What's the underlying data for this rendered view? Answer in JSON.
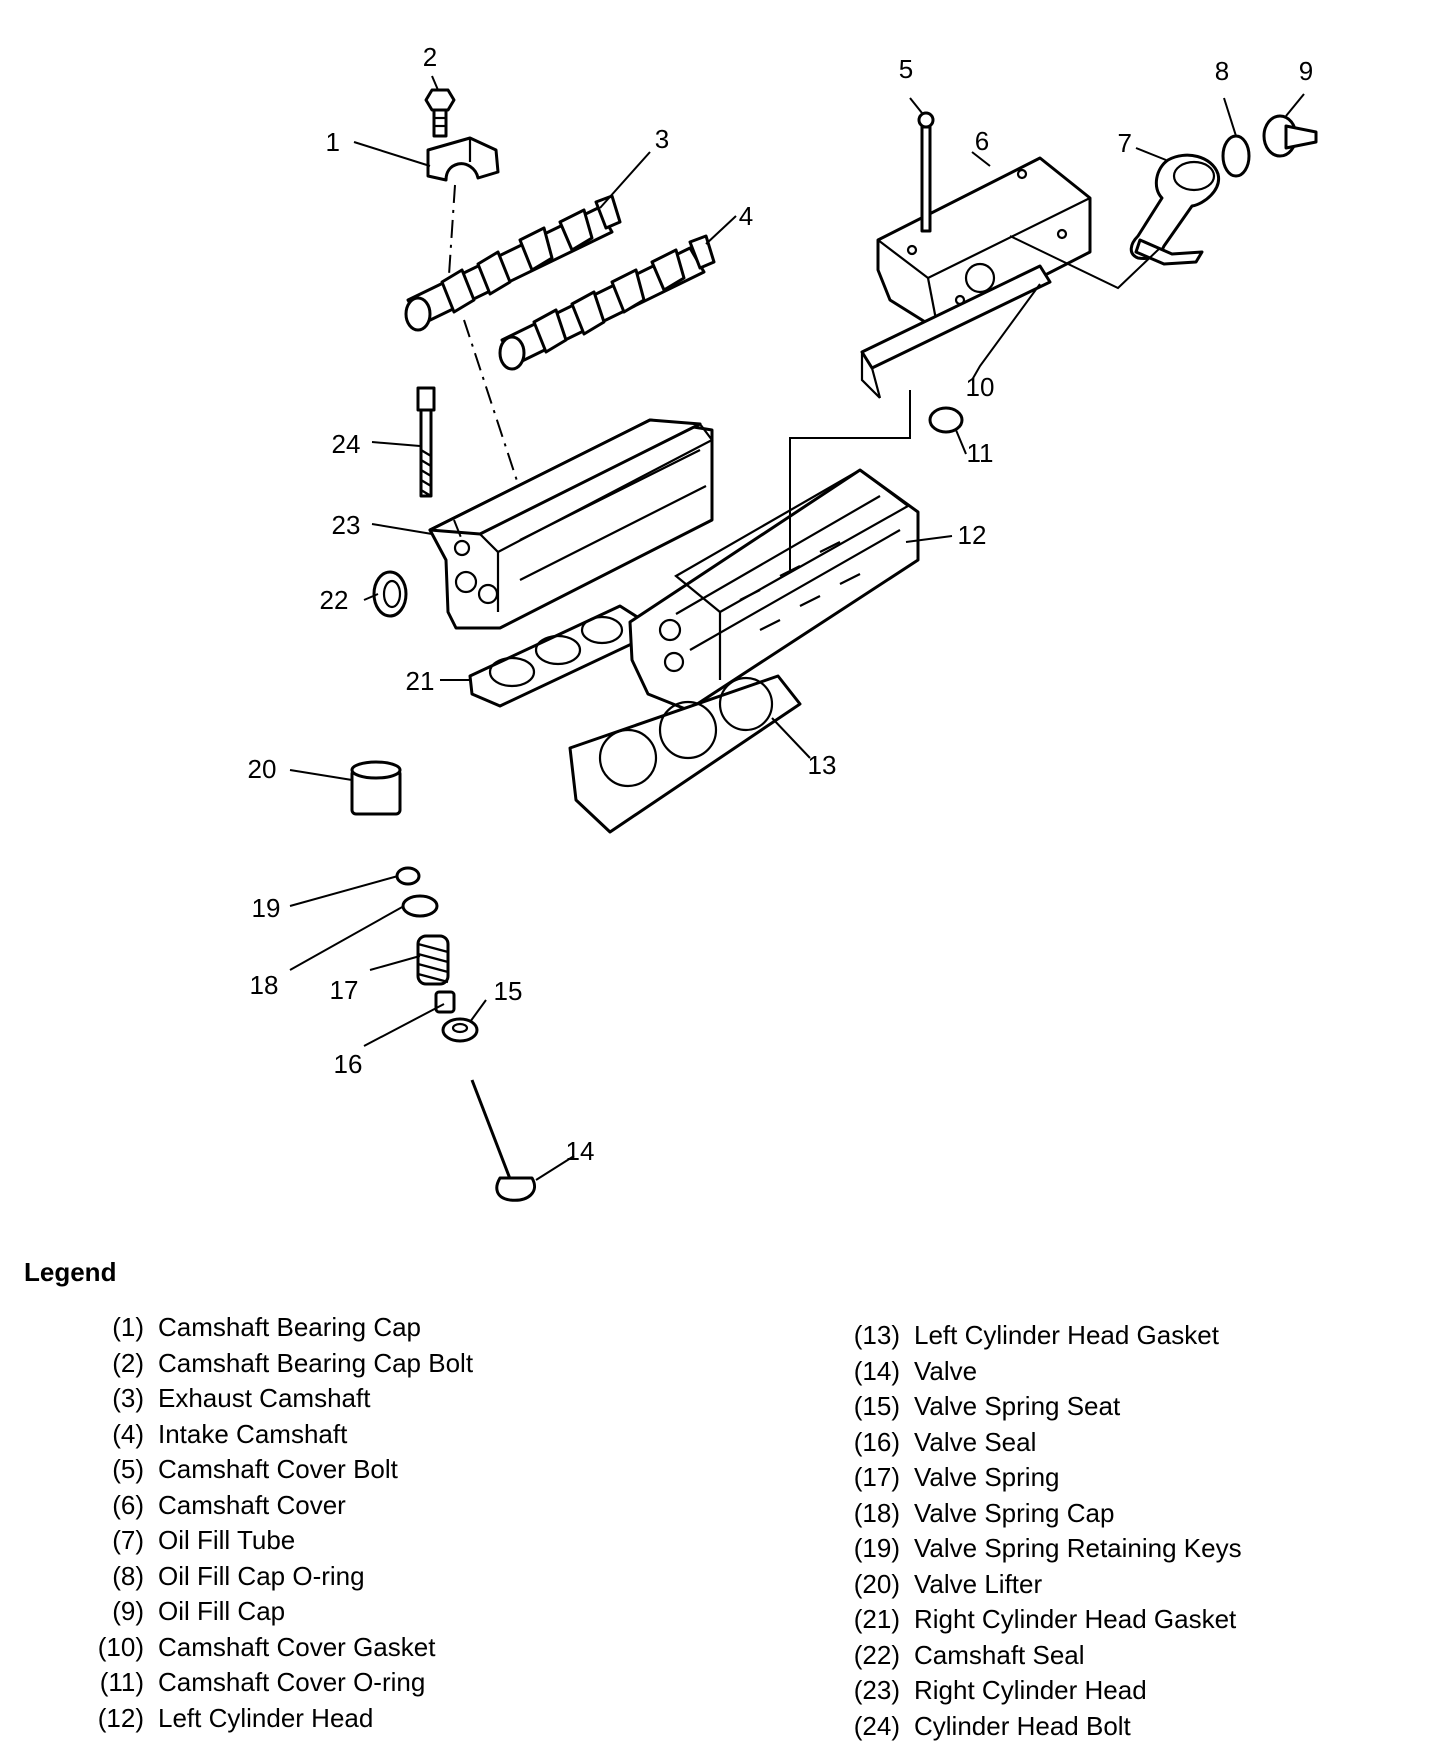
{
  "diagram": {
    "callouts": [
      "1",
      "2",
      "3",
      "4",
      "5",
      "6",
      "7",
      "8",
      "9",
      "10",
      "11",
      "12",
      "13",
      "14",
      "15",
      "16",
      "17",
      "18",
      "19",
      "20",
      "21",
      "22",
      "23",
      "24"
    ]
  },
  "legend": {
    "title": "Legend",
    "items": [
      {
        "num": "(1)",
        "text": "Camshaft Bearing Cap"
      },
      {
        "num": "(2)",
        "text": "Camshaft Bearing Cap Bolt"
      },
      {
        "num": "(3)",
        "text": "Exhaust Camshaft"
      },
      {
        "num": "(4)",
        "text": "Intake Camshaft"
      },
      {
        "num": "(5)",
        "text": "Camshaft Cover Bolt"
      },
      {
        "num": "(6)",
        "text": "Camshaft Cover"
      },
      {
        "num": "(7)",
        "text": "Oil Fill Tube"
      },
      {
        "num": "(8)",
        "text": "Oil Fill Cap O-ring"
      },
      {
        "num": "(9)",
        "text": "Oil Fill Cap"
      },
      {
        "num": "(10)",
        "text": "Camshaft Cover Gasket"
      },
      {
        "num": "(11)",
        "text": "Camshaft Cover O-ring"
      },
      {
        "num": "(12)",
        "text": "Left Cylinder Head"
      },
      {
        "num": "(13)",
        "text": "Left Cylinder Head Gasket"
      },
      {
        "num": "(14)",
        "text": "Valve"
      },
      {
        "num": "(15)",
        "text": "Valve Spring Seat"
      },
      {
        "num": "(16)",
        "text": "Valve Seal"
      },
      {
        "num": "(17)",
        "text": "Valve Spring"
      },
      {
        "num": "(18)",
        "text": "Valve Spring Cap"
      },
      {
        "num": "(19)",
        "text": "Valve Spring Retaining Keys"
      },
      {
        "num": "(20)",
        "text": "Valve Lifter"
      },
      {
        "num": "(21)",
        "text": "Right Cylinder Head Gasket"
      },
      {
        "num": "(22)",
        "text": "Camshaft Seal"
      },
      {
        "num": "(23)",
        "text": "Right Cylinder Head"
      },
      {
        "num": "(24)",
        "text": "Cylinder Head Bolt"
      }
    ]
  }
}
